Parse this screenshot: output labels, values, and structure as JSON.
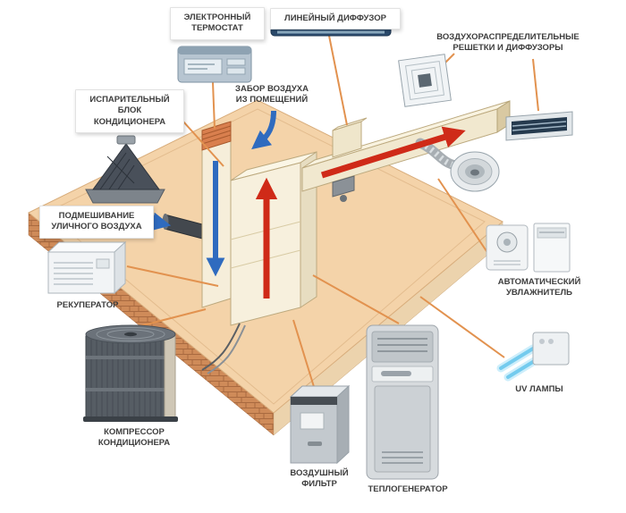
{
  "diagram": {
    "type": "hvac-system-diagram",
    "colors": {
      "callout_line": "#e2924f",
      "arrow_supply_red": "#cf2a18",
      "arrow_return_blue": "#2f6bbf",
      "floor_top": "#f4d3a9",
      "brick": "#cf8b59",
      "duct": "#f1e8cf"
    },
    "callouts": {
      "thermostat": {
        "label": "ЭЛЕКТРОННЫЙ\nТЕРМОСТАТ"
      },
      "linear_diffuser": {
        "label": "ЛИНЕЙНЫЙ ДИФФУЗОР"
      },
      "grilles": {
        "label": "ВОЗДУХОРАСПРЕДЕЛИТЕЛЬНЫЕ\nРЕШЕТКИ И ДИФФУЗОРЫ"
      },
      "evaporator": {
        "label": "ИСПАРИТЕЛЬНЫЙ\nБЛОК\nКОНДИЦИОНЕРА"
      },
      "air_intake": {
        "label": "ЗАБОР ВОЗДУХА\nИЗ ПОМЕЩЕНИЙ"
      },
      "outdoor_air": {
        "label": "ПОДМЕШИВАНИЕ\nУЛИЧНОГО ВОЗДУХА"
      },
      "recuperator": {
        "label": "РЕКУПЕРАТОР"
      },
      "compressor": {
        "label": "КОМПРЕССОР\nКОНДИЦИОНЕРА"
      },
      "air_filter": {
        "label": "ВОЗДУШНЫЙ\nФИЛЬТР"
      },
      "heat_generator": {
        "label": "ТЕПЛОГЕНЕРАТОР"
      },
      "humidifier": {
        "label": "АВТОМАТИЧЕСКИЙ\nУВЛАЖНИТЕЛЬ"
      },
      "uv_lamps": {
        "label": "UV ЛАМПЫ"
      }
    }
  }
}
